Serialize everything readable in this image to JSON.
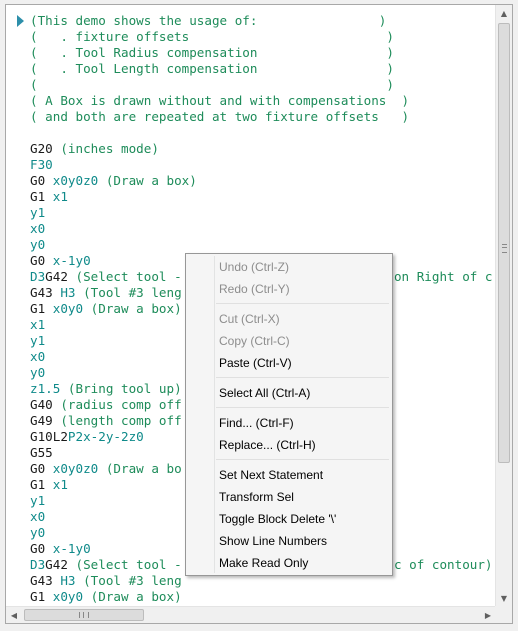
{
  "editor": {
    "lines": [
      [
        {
          "t": "(This demo shows the usage of:                )",
          "c": "c"
        }
      ],
      [
        {
          "t": "(   . fixture offsets                          )",
          "c": "c"
        }
      ],
      [
        {
          "t": "(   . Tool Radius compensation                 )",
          "c": "c"
        }
      ],
      [
        {
          "t": "(   . Tool Length compensation                 )",
          "c": "c"
        }
      ],
      [
        {
          "t": "(                                              )",
          "c": "c"
        }
      ],
      [
        {
          "t": "( A Box is drawn without and with compensations  )",
          "c": "c"
        }
      ],
      [
        {
          "t": "( and both are repeated at two fixture offsets   )",
          "c": "c"
        }
      ],
      [
        {
          "t": "",
          "c": "k"
        }
      ],
      [
        {
          "t": "G20",
          "c": "k"
        },
        {
          "t": " (inches mode)",
          "c": "c"
        }
      ],
      [
        {
          "t": "F30",
          "c": "n"
        }
      ],
      [
        {
          "t": "G0",
          "c": "k"
        },
        {
          "t": " x0y0z0",
          "c": "n"
        },
        {
          "t": " (Draw a box)",
          "c": "c"
        }
      ],
      [
        {
          "t": "G1",
          "c": "k"
        },
        {
          "t": " x1",
          "c": "n"
        }
      ],
      [
        {
          "t": "y1",
          "c": "n"
        }
      ],
      [
        {
          "t": "x0",
          "c": "n"
        }
      ],
      [
        {
          "t": "y0",
          "c": "n"
        }
      ],
      [
        {
          "t": "G0",
          "c": "k"
        },
        {
          "t": " x-1y0",
          "c": "n"
        }
      ],
      [
        {
          "t": "D3",
          "c": "n"
        },
        {
          "t": "G42",
          "c": "k"
        },
        {
          "t": " (Select tool -                            on Right of c",
          "c": "c"
        }
      ],
      [
        {
          "t": "G43",
          "c": "k"
        },
        {
          "t": " H3",
          "c": "n"
        },
        {
          "t": " (Tool #3 leng",
          "c": "c"
        }
      ],
      [
        {
          "t": "G1",
          "c": "k"
        },
        {
          "t": " x0y0",
          "c": "n"
        },
        {
          "t": " (Draw a box)",
          "c": "c"
        }
      ],
      [
        {
          "t": "x1",
          "c": "n"
        }
      ],
      [
        {
          "t": "y1",
          "c": "n"
        }
      ],
      [
        {
          "t": "x0",
          "c": "n"
        }
      ],
      [
        {
          "t": "y0",
          "c": "n"
        }
      ],
      [
        {
          "t": "z1.5",
          "c": "n"
        },
        {
          "t": " (Bring tool up)",
          "c": "c"
        }
      ],
      [
        {
          "t": "G40",
          "c": "k"
        },
        {
          "t": " (radius comp off",
          "c": "c"
        }
      ],
      [
        {
          "t": "G49",
          "c": "k"
        },
        {
          "t": " (length comp off",
          "c": "c"
        }
      ],
      [
        {
          "t": "G10L2",
          "c": "k"
        },
        {
          "t": "P2x-2y-2z0",
          "c": "n"
        }
      ],
      [
        {
          "t": "G55",
          "c": "k"
        }
      ],
      [
        {
          "t": "G0",
          "c": "k"
        },
        {
          "t": " x0y0z0",
          "c": "n"
        },
        {
          "t": " (Draw a bo",
          "c": "c"
        }
      ],
      [
        {
          "t": "G1",
          "c": "k"
        },
        {
          "t": " x1",
          "c": "n"
        }
      ],
      [
        {
          "t": "y1",
          "c": "n"
        }
      ],
      [
        {
          "t": "x0",
          "c": "n"
        }
      ],
      [
        {
          "t": "y0",
          "c": "n"
        }
      ],
      [
        {
          "t": "G0",
          "c": "k"
        },
        {
          "t": " x-1y0",
          "c": "n"
        }
      ],
      [
        {
          "t": "D3",
          "c": "n"
        },
        {
          "t": "G42",
          "c": "k"
        },
        {
          "t": " (Select tool -                            c of contour)",
          "c": "c"
        }
      ],
      [
        {
          "t": "G43",
          "c": "k"
        },
        {
          "t": " H3",
          "c": "n"
        },
        {
          "t": " (Tool #3 leng",
          "c": "c"
        }
      ],
      [
        {
          "t": "G1",
          "c": "k"
        },
        {
          "t": " x0y0",
          "c": "n"
        },
        {
          "t": " (Draw a box)",
          "c": "c"
        }
      ]
    ]
  },
  "context_menu": {
    "undo": "Undo (Ctrl-Z)",
    "redo": "Redo (Ctrl-Y)",
    "cut": "Cut (Ctrl-X)",
    "copy": "Copy (Ctrl-C)",
    "paste": "Paste (Ctrl-V)",
    "select_all": "Select All (Ctrl-A)",
    "find": "Find... (Ctrl-F)",
    "replace": "Replace... (Ctrl-H)",
    "set_next_statement": "Set Next Statement",
    "transform_sel": "Transform Sel",
    "toggle_block_delete": "Toggle Block Delete '\\'",
    "show_line_numbers": "Show Line Numbers",
    "make_read_only": "Make Read Only"
  },
  "colors": {
    "comment": "#1e8c5a",
    "gcode": "#1a1a1a",
    "numeric": "#0f8a8a",
    "current_line_marker": "#2d8faa"
  },
  "icons": {
    "scroll_up": "▲",
    "scroll_down": "▼",
    "scroll_left": "◀",
    "scroll_right": "▶"
  }
}
